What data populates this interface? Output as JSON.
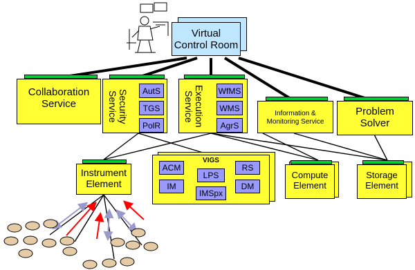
{
  "diagram": {
    "virtual_control_room": [
      "Virtual",
      "Control Room"
    ],
    "collaboration_service": [
      "Collaboration",
      "Service"
    ],
    "security_service": {
      "label": [
        "Security",
        "Service"
      ],
      "components": [
        "AutS",
        "TGS",
        "PolR"
      ]
    },
    "execution_service": {
      "label": [
        "Execution",
        "Service"
      ],
      "components": [
        "WfMS",
        "WMS",
        "AgrS"
      ]
    },
    "information_monitoring_service": [
      "Information &",
      "Monitoring Service"
    ],
    "problem_solver": [
      "Problem",
      "Solver"
    ],
    "instrument_element": [
      "Instrument",
      "Element"
    ],
    "vigs": {
      "title": "VIGS",
      "components": [
        "ACM",
        "LPS",
        "RS",
        "IM",
        "IMSpx",
        "DM"
      ]
    },
    "compute_element": [
      "Compute",
      "Element"
    ],
    "storage_element": [
      "Storage",
      "Element"
    ]
  },
  "colors": {
    "box_fill": "#ffff33",
    "green_bar": "#00cc33",
    "component_fill": "#9999ff",
    "control_room_fill": "#bfe6ff",
    "sensor_fill": "#e5cba6",
    "arrow_red": "#ff0000",
    "arrow_lavender": "#9999cc"
  },
  "icons": [
    "operator-at-console-icon",
    "sensor-cluster-icon"
  ]
}
